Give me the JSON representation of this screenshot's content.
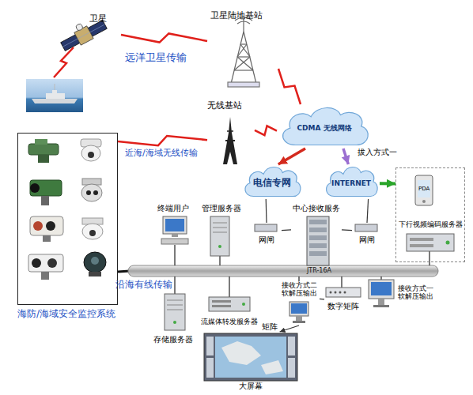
{
  "diagram": {
    "nodes": [
      {
        "text": [
          "卫星"
        ]
      },
      {
        "text": [
          "卫星陆地基站"
        ]
      },
      {
        "text": [
          "无线基站"
        ]
      },
      {
        "text": [
          "CDMA 无线网络"
        ]
      },
      {
        "text": [
          "海防/海域安全监控系统"
        ]
      },
      {
        "text": [
          "电信专网"
        ]
      },
      {
        "text": [
          "INTERNET"
        ]
      },
      {
        "text": [
          "PDA",
          "下行视频编码服务器"
        ]
      },
      {
        "text": [
          "终端用户"
        ]
      },
      {
        "text": [
          "管理服务器"
        ]
      },
      {
        "text": [
          "中心接收服务",
          "JTR-16A"
        ]
      },
      {
        "text": [
          "网闸"
        ]
      },
      {
        "text": [
          "网闸"
        ]
      },
      {
        "text": [
          "存储服务器"
        ]
      },
      {
        "text": [
          "流媒体转发服务器"
        ]
      },
      {
        "text": [
          "接收方式二 软解压输出"
        ]
      },
      {
        "text": [
          "数字矩阵"
        ]
      },
      {
        "text": [
          "接收方式一 软解压输出"
        ]
      },
      {
        "text": [
          "大屏幕"
        ]
      }
    ],
    "edges": [
      {
        "from": 0,
        "to": 1,
        "arrow": "none"
      },
      {
        "from": 1,
        "to": 3,
        "arrow": "none"
      },
      {
        "from": 2,
        "to": 3,
        "arrow": "none"
      },
      {
        "from": 4,
        "to": 2,
        "label": "近海/海域无线传输",
        "arrow": "none"
      },
      {
        "from": 3,
        "to": 5,
        "arrow": "to"
      },
      {
        "from": 3,
        "to": 6,
        "label": "拔入方式一",
        "arrow": "to"
      },
      {
        "from": 6,
        "to": 7,
        "arrow": "to"
      },
      {
        "from": 5,
        "to": 11,
        "arrow": "none"
      },
      {
        "from": 6,
        "to": 12,
        "arrow": "none"
      },
      {
        "from": 11,
        "to": 10,
        "arrow": "none"
      },
      {
        "from": 12,
        "to": 10,
        "arrow": "none"
      },
      {
        "from": 16,
        "to": 15,
        "arrow": "none"
      },
      {
        "from": 15,
        "to": 18,
        "label": "矩阵",
        "arrow": "to"
      }
    ],
    "labels": [
      "远洋卫星传输",
      "沿海有线传输"
    ]
  }
}
